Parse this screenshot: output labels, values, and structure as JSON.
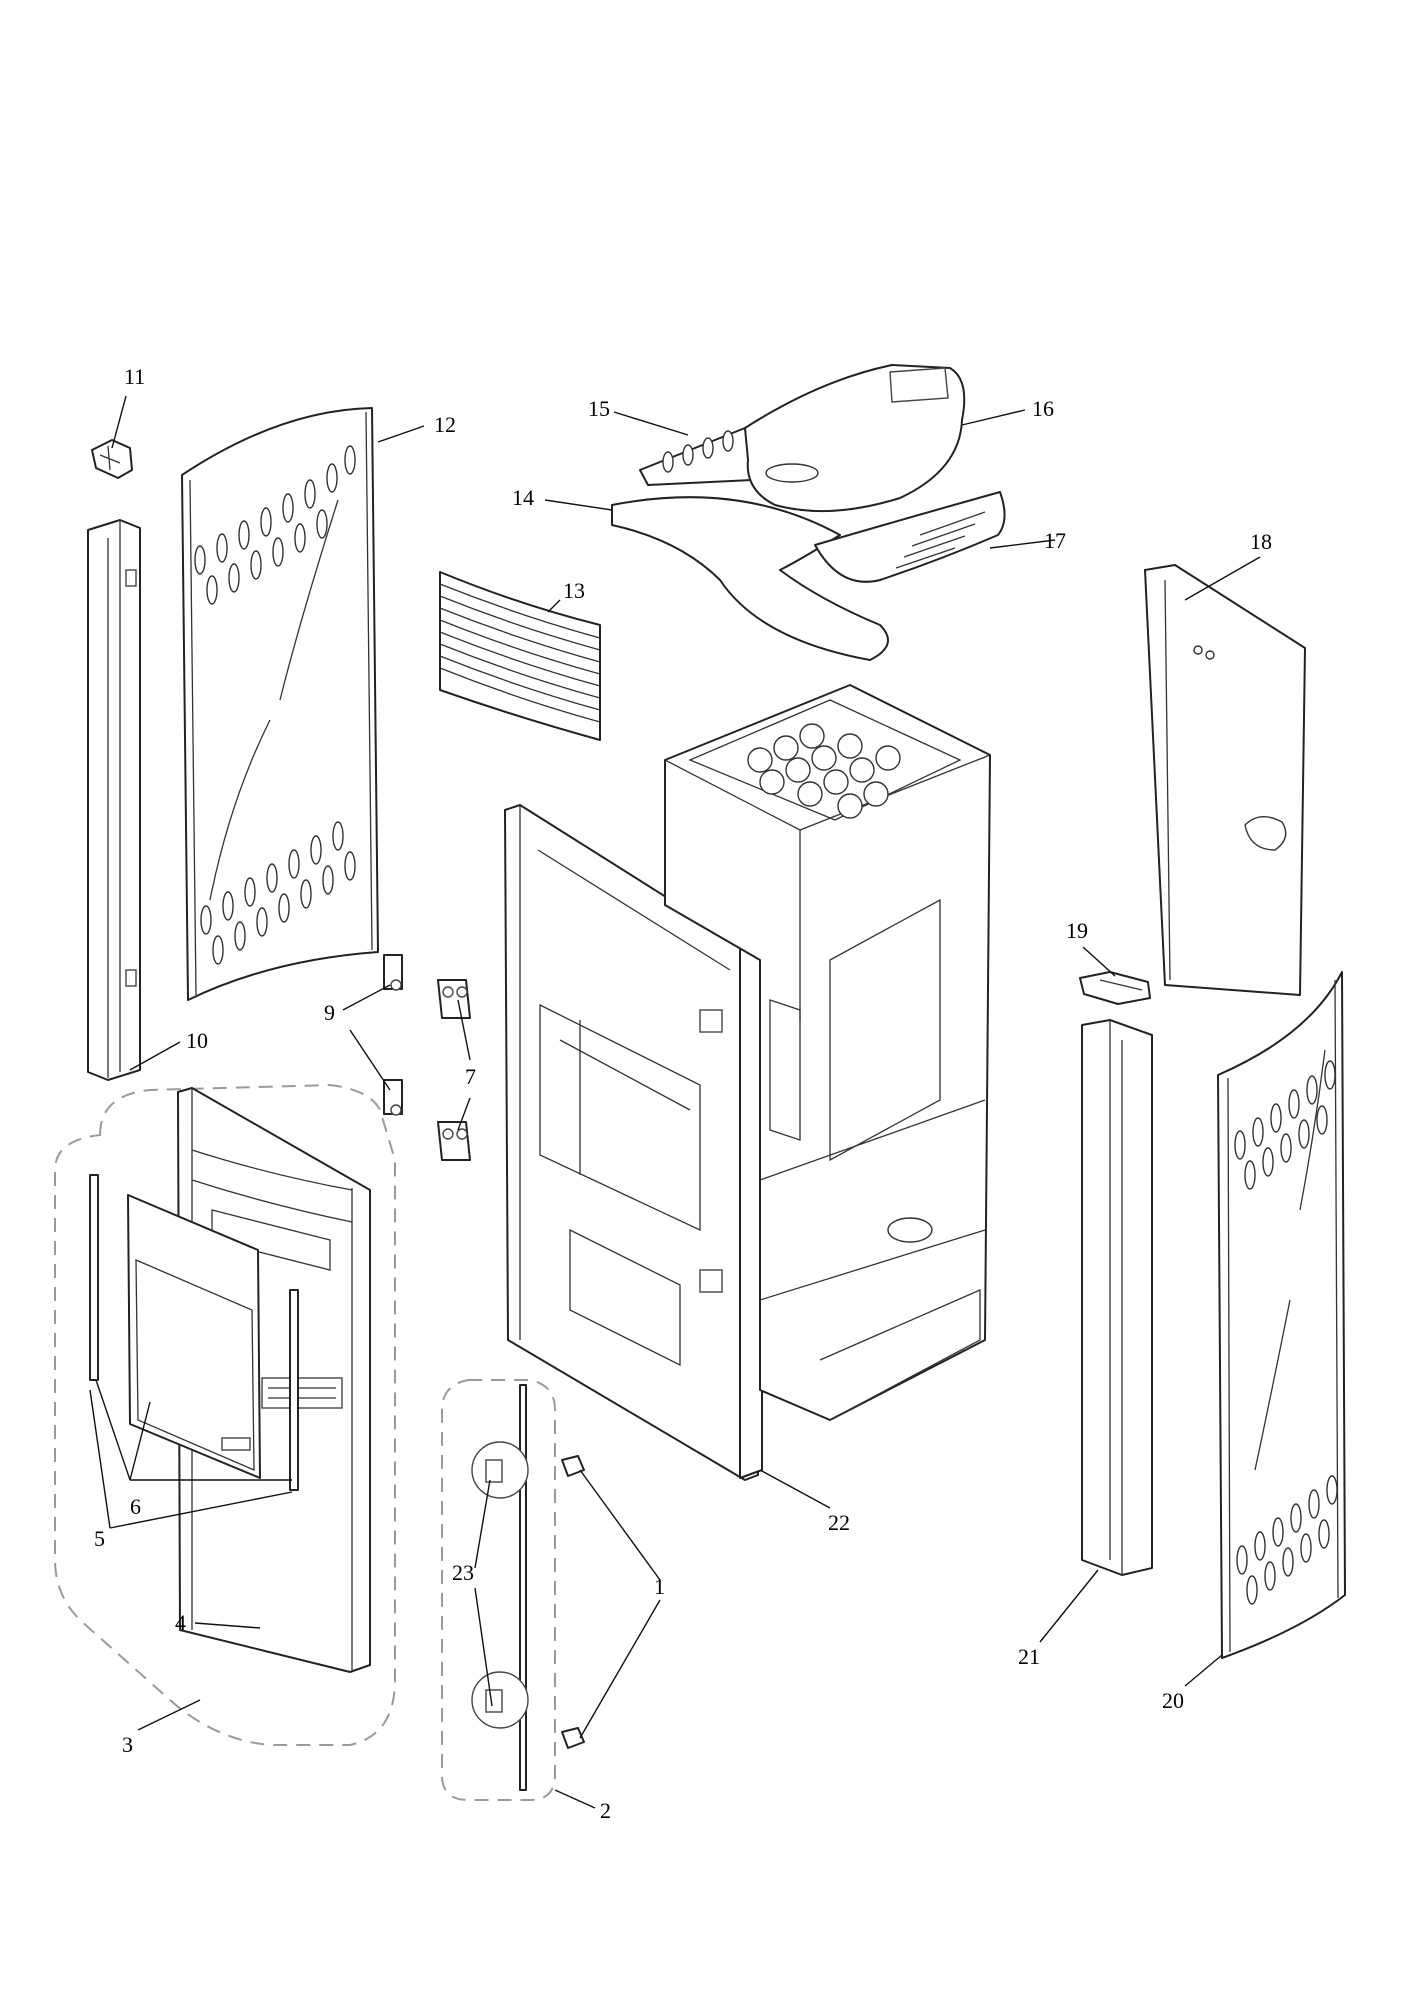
{
  "callouts": [
    {
      "id": "c1",
      "text": "1"
    },
    {
      "id": "c2",
      "text": "2"
    },
    {
      "id": "c3",
      "text": "3"
    },
    {
      "id": "c4",
      "text": "4"
    },
    {
      "id": "c5",
      "text": "5"
    },
    {
      "id": "c6",
      "text": "6"
    },
    {
      "id": "c7",
      "text": "7"
    },
    {
      "id": "c9",
      "text": "9"
    },
    {
      "id": "c10",
      "text": "10"
    },
    {
      "id": "c11",
      "text": "11"
    },
    {
      "id": "c12",
      "text": "12"
    },
    {
      "id": "c13",
      "text": "13"
    },
    {
      "id": "c14",
      "text": "14"
    },
    {
      "id": "c15",
      "text": "15"
    },
    {
      "id": "c16",
      "text": "16"
    },
    {
      "id": "c17",
      "text": "17"
    },
    {
      "id": "c18",
      "text": "18"
    },
    {
      "id": "c19",
      "text": "19"
    },
    {
      "id": "c20",
      "text": "20"
    },
    {
      "id": "c21",
      "text": "21"
    },
    {
      "id": "c22",
      "text": "22"
    },
    {
      "id": "c23",
      "text": "23"
    }
  ]
}
